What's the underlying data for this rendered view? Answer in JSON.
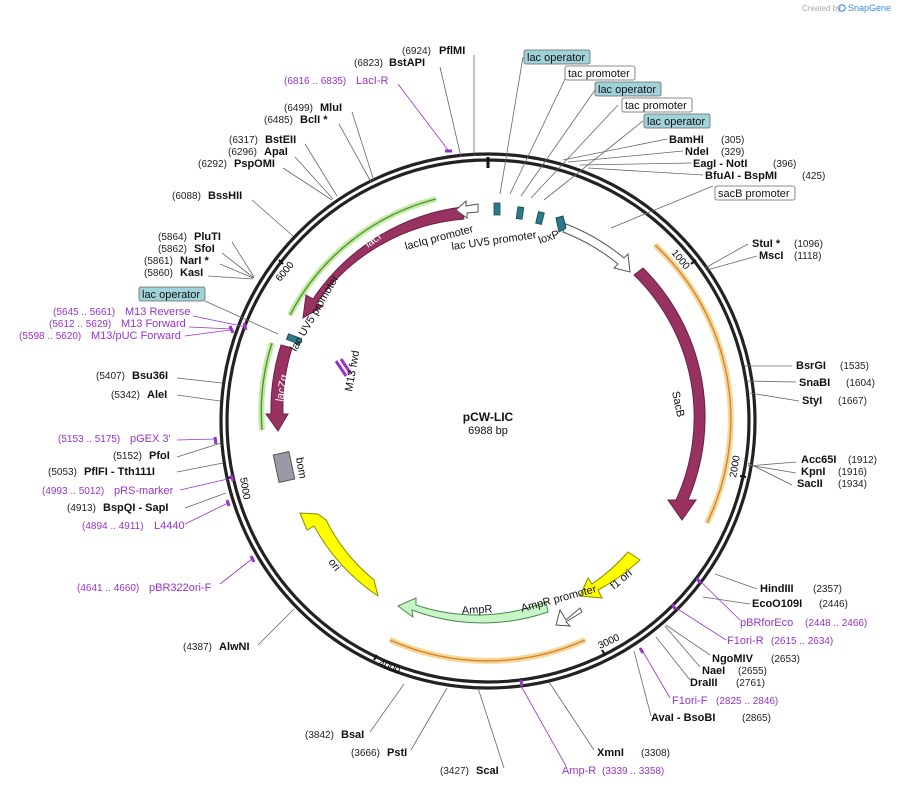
{
  "watermark": {
    "prefix": "Created by",
    "brand": "SnapGene"
  },
  "plasmid": {
    "name": "pCW-LIC",
    "length": "6988 bp"
  },
  "ticks": [
    "1000",
    "2000",
    "3000",
    "4000",
    "5000",
    "6000"
  ],
  "features": {
    "laci": "lacI",
    "lacza": "lacZα",
    "sacb": "SacB",
    "ampr": "AmpR",
    "ori": "ori",
    "f1ori": "f1 ori",
    "bom": "bom",
    "laciq_promoter": "lacIq promoter",
    "lacuv5_promoter_top": "lac UV5 promoter",
    "lacuv5_promoter_left": "lac UV5 promoter",
    "loxp": "loxP",
    "ampr_promoter": "AmpR promoter",
    "m13fwd": "M13 fwd"
  },
  "boxed_labels": [
    "lac operator",
    "tac promoter",
    "lac operator",
    "tac promoter",
    "lac operator",
    "sacB promoter",
    "lac operator"
  ],
  "enzymes": [
    {
      "pos": "(6924)",
      "name": "PflMI"
    },
    {
      "pos": "(6823)",
      "name": "BstAPI"
    },
    {
      "pos": "(6499)",
      "name": "MluI"
    },
    {
      "pos": "(6485)",
      "name": "BclI *"
    },
    {
      "pos": "(6317)",
      "name": "BstEII"
    },
    {
      "pos": "(6296)",
      "name": "ApaI"
    },
    {
      "pos": "(6292)",
      "name": "PspOMI"
    },
    {
      "pos": "(6088)",
      "name": "BssHII"
    },
    {
      "pos": "(5864)",
      "name": "PluTI"
    },
    {
      "pos": "(5862)",
      "name": "SfoI"
    },
    {
      "pos": "(5861)",
      "name": "NarI *"
    },
    {
      "pos": "(5860)",
      "name": "KasI"
    },
    {
      "pos": "(5407)",
      "name": "Bsu36I"
    },
    {
      "pos": "(5342)",
      "name": "AleI"
    },
    {
      "pos": "(5152)",
      "name": "PfoI"
    },
    {
      "pos": "(5053)",
      "name": "PflFI - Tth111I"
    },
    {
      "pos": "(4913)",
      "name": "BspQI - SapI"
    },
    {
      "pos": "(4387)",
      "name": "AlwNI"
    },
    {
      "pos": "(3842)",
      "name": "BsaI"
    },
    {
      "pos": "(3666)",
      "name": "PstI"
    },
    {
      "pos": "(3427)",
      "name": "ScaI"
    },
    {
      "name": "BamHI",
      "pos": "(305)"
    },
    {
      "name": "NdeI",
      "pos": "(329)"
    },
    {
      "name": "EagI - NotI",
      "pos": "(396)"
    },
    {
      "name": "BfuAI - BspMI",
      "pos": "(425)"
    },
    {
      "name": "StuI *",
      "pos": "(1096)"
    },
    {
      "name": "MscI",
      "pos": "(1118)"
    },
    {
      "name": "BsrGI",
      "pos": "(1535)"
    },
    {
      "name": "SnaBI",
      "pos": "(1604)"
    },
    {
      "name": "StyI",
      "pos": "(1667)"
    },
    {
      "name": "Acc65I",
      "pos": "(1912)"
    },
    {
      "name": "KpnI",
      "pos": "(1916)"
    },
    {
      "name": "SacII",
      "pos": "(1934)"
    },
    {
      "name": "HindIII",
      "pos": "(2357)"
    },
    {
      "name": "EcoO109I",
      "pos": "(2446)"
    },
    {
      "name": "NgoMIV",
      "pos": "(2653)"
    },
    {
      "name": "NaeI",
      "pos": "(2655)"
    },
    {
      "name": "DraIII",
      "pos": "(2761)"
    },
    {
      "name": "AvaI - BsoBI",
      "pos": "(2865)"
    },
    {
      "name": "XmnI",
      "pos": "(3308)"
    }
  ],
  "primers": [
    {
      "pos": "(6816 .. 6835)",
      "name": "LacI-R"
    },
    {
      "pos": "(5645 .. 5661)",
      "name": "M13 Reverse"
    },
    {
      "pos": "(5612 .. 5629)",
      "name": "M13 Forward"
    },
    {
      "pos": "(5598 .. 5620)",
      "name": "M13/pUC Forward"
    },
    {
      "pos": "(5153 .. 5175)",
      "name": "pGEX 3'"
    },
    {
      "pos": "(4993 .. 5012)",
      "name": "pRS-marker"
    },
    {
      "pos": "(4894 .. 4911)",
      "name": "L4440"
    },
    {
      "pos": "(4641 .. 4660)",
      "name": "pBR322ori-F"
    },
    {
      "name": "pBRforEco",
      "pos": "(2448 .. 2466)"
    },
    {
      "name": "F1ori-R",
      "pos": "(2615 .. 2634)"
    },
    {
      "name": "F1ori-F",
      "pos": "(2825 .. 2846)"
    },
    {
      "name": "Amp-R",
      "pos": "(3339 .. 3358)"
    }
  ],
  "colors": {
    "backbone": "#222222",
    "cds": "#983361",
    "primer": "#9933cc",
    "operator_box": "#a0d2da",
    "promoter_fill": "#ffffff",
    "highlight_green": "#6ab83a",
    "highlight_orange": "#e8a23a",
    "ori": "#ffff00",
    "ampr_fill": "#c8f5c8",
    "bom": "#999aa6",
    "snapgene_blue": "#3d8ed6"
  }
}
